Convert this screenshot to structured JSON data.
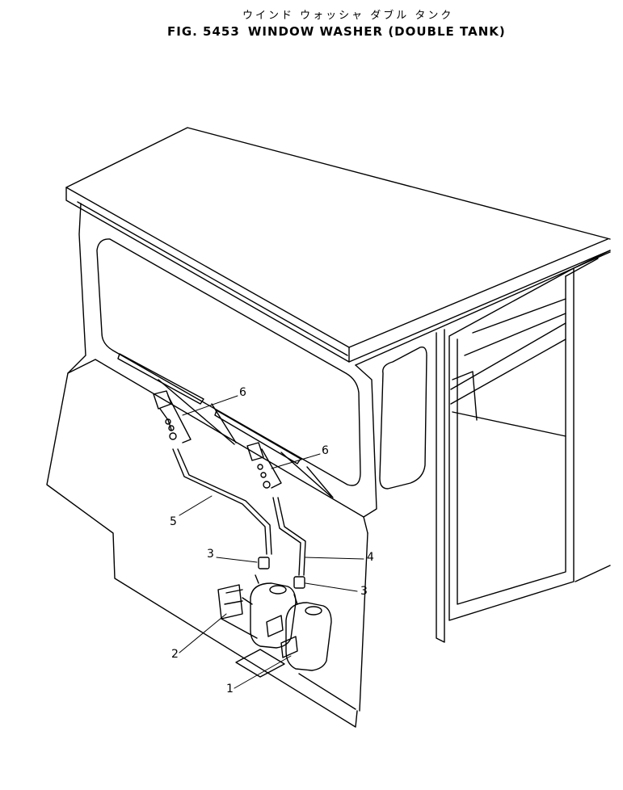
{
  "header": {
    "japanese_title": "ウインド ウォッシャ ダブル タンク",
    "fig_number": "FIG. 5453",
    "title": "WINDOW WASHER (DOUBLE TANK)"
  },
  "callouts": {
    "c1": "1",
    "c2": "2",
    "c3a": "3",
    "c3b": "3",
    "c4": "4",
    "c5": "5",
    "c6a": "6",
    "c6b": "6"
  }
}
